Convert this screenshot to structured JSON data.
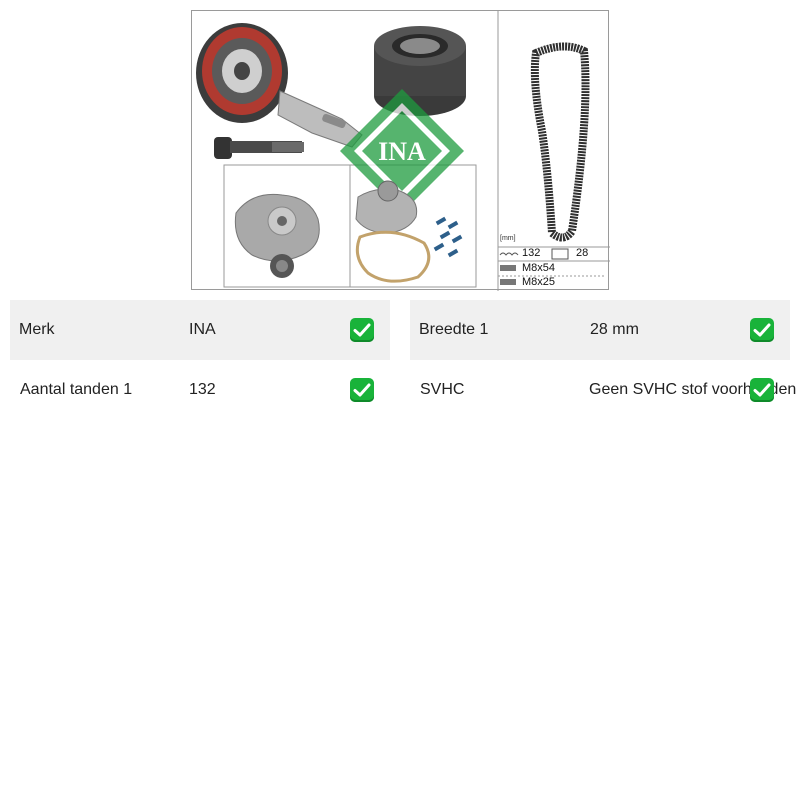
{
  "image": {
    "legend": {
      "unit": "[mm]",
      "teeth": "132",
      "width": "28",
      "bolt1": "M8x54",
      "bolt2": "M8x25"
    },
    "logo_text": "INA"
  },
  "specs": [
    {
      "label": "Merk",
      "value": "INA",
      "icon": "check-icon"
    },
    {
      "label": "Breedte 1",
      "value": "28 mm",
      "icon": "check-icon"
    },
    {
      "label": "Aantal tanden 1",
      "value": "132",
      "icon": "check-icon"
    },
    {
      "label": "SVHC",
      "value": "Geen SVHC stof voorhanden",
      "icon": "check-icon"
    }
  ],
  "colors": {
    "check": "#19b33a",
    "shaded_row": "#f0f0f0",
    "logo_green": "#1e9b3e"
  }
}
